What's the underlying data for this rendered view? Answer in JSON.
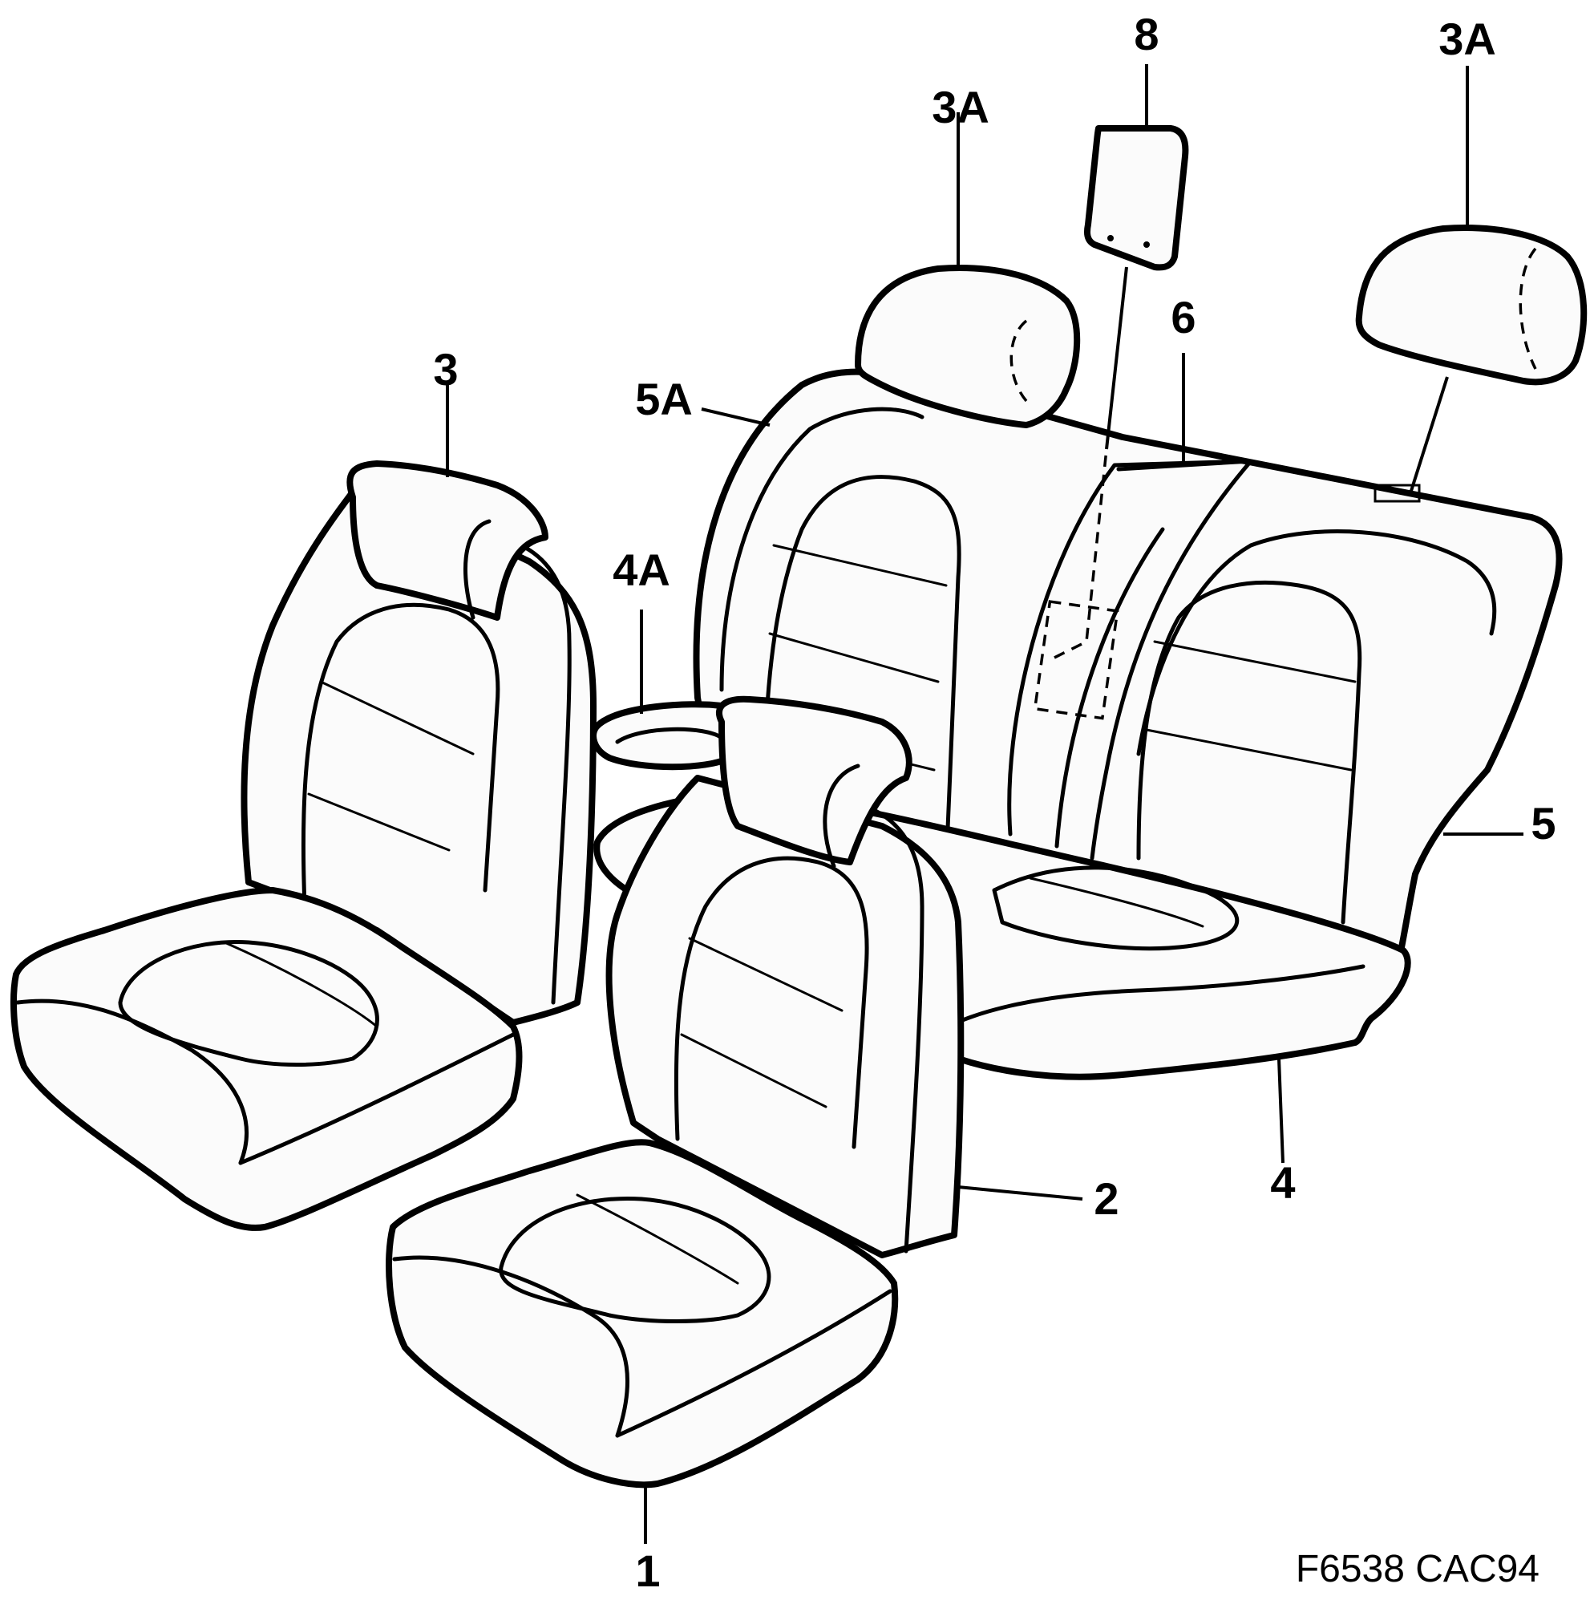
{
  "diagram": {
    "callouts": {
      "c1": "1",
      "c2": "2",
      "c3": "3",
      "c3a_center": "3A",
      "c3a_right": "3A",
      "c4": "4",
      "c4a": "4A",
      "c5": "5",
      "c5a": "5A",
      "c6": "6",
      "c8": "8"
    },
    "reference_code": "F6538 CAC94"
  }
}
